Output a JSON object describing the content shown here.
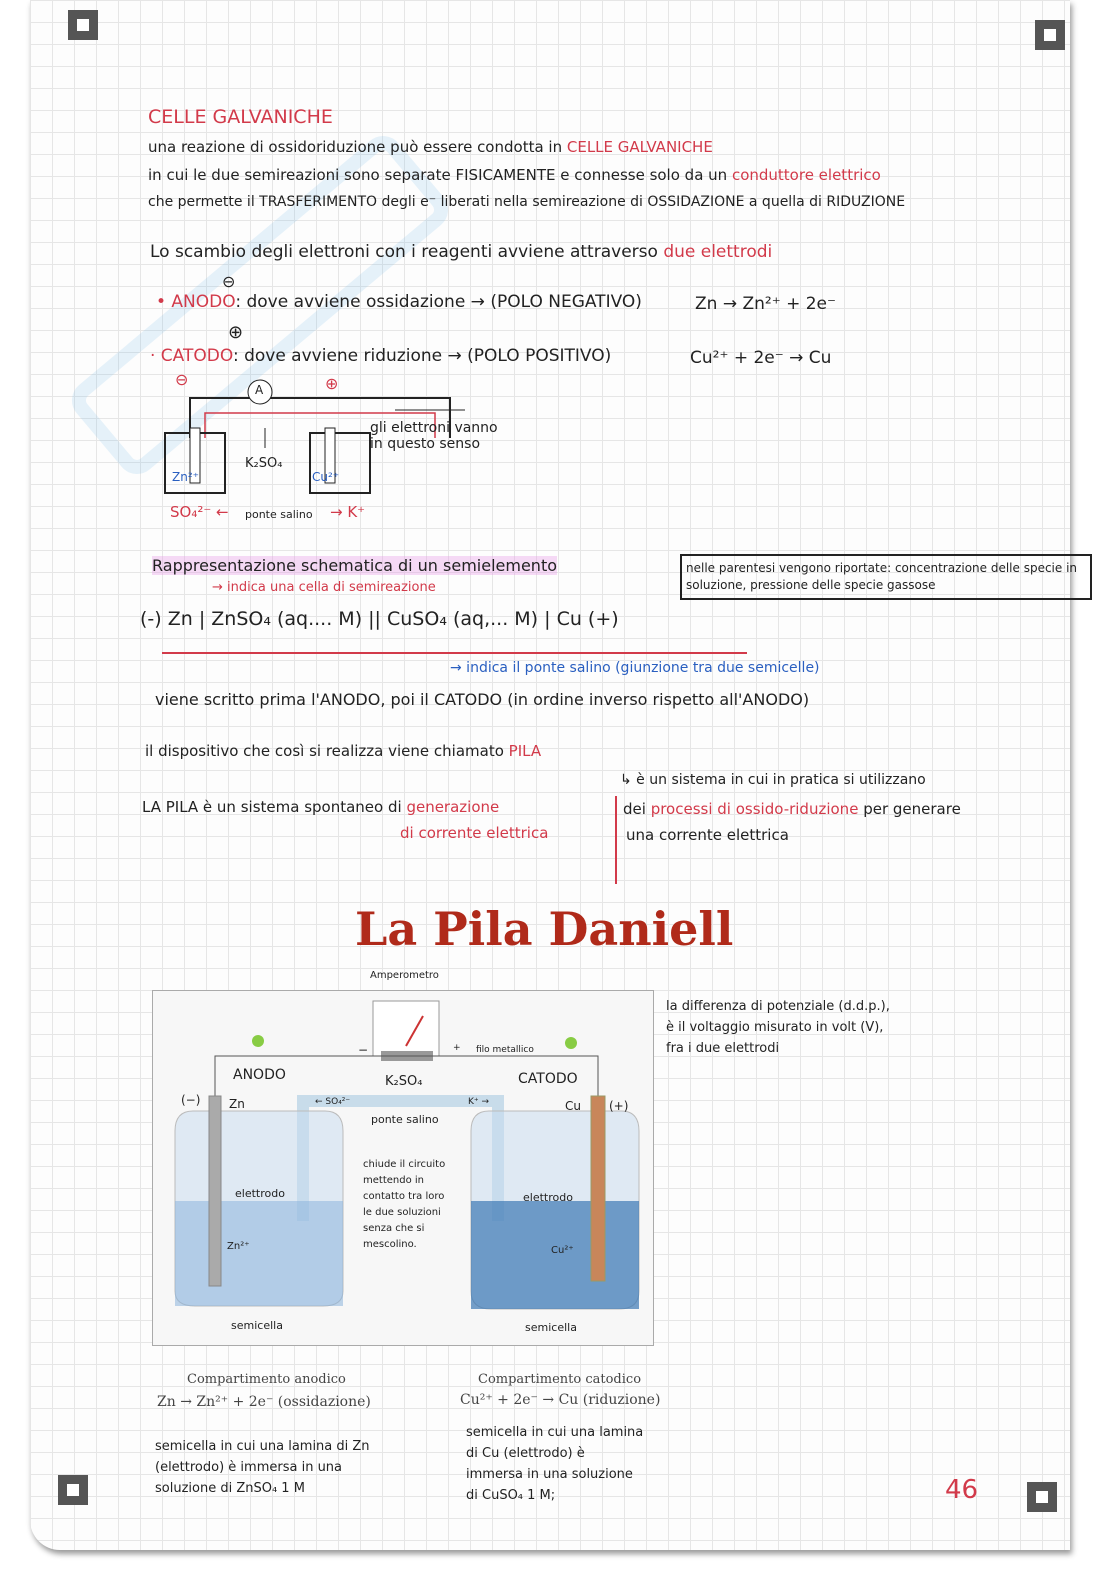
{
  "notes": {
    "title": "CELLE GALVANICHE",
    "p1_a": "una reazione di ossidoriduzione può essere condotta in",
    "p1_b": "CELLE GALVANICHE",
    "p2_a": "in cui le due semireazioni sono separate FISICAMENTE e connesse solo da un",
    "p2_b": "conduttore elettrico",
    "p3": "che permette il TRASFERIMENTO degli e⁻ liberati nella semireazione di OSSIDAZIONE a quella di RIDUZIONE",
    "p4_a": "Lo scambio degli elettroni con i reagenti avviene attraverso",
    "p4_b": "due elettrodi",
    "anodo_label": "• ANODO",
    "anodo_sign": "⊖",
    "anodo_text": ": dove avviene ossidazione → (POLO NEGATIVO)",
    "anodo_eq": "Zn → Zn²⁺ + 2e⁻",
    "catodo_label": "· CATODO",
    "catodo_sign": "⊕",
    "catodo_text": ": dove avviene riduzione → (POLO POSITIVO)",
    "catodo_eq": "Cu²⁺ + 2e⁻ → Cu",
    "sketch": {
      "minus": "⊖",
      "plus": "⊕",
      "ammeter": "A",
      "zn": "Zn²⁺",
      "cu": "Cu²⁺",
      "salt": "K₂SO₄",
      "so4": "SO₄²⁻ ←",
      "ponte": "ponte salino",
      "k": "→ K⁺",
      "electrons": "gli elettroni vanno\nin questo senso"
    },
    "schema_title": "Rappresentazione schematica di un semielemento",
    "schema_note1": "→ indica una cella di semireazione",
    "schema_formula": "(-) Zn | ZnSO₄ (aq.... M) || CuSO₄ (aq,... M) | Cu (+)",
    "box_note": "nelle parentesi vengono riportate: concentrazione delle specie in soluzione, pressione delle specie gassose",
    "ponte_note": "→ indica il ponte salino (giunzione tra due semicelle)",
    "order_note": "viene scritto prima l'ANODO, poi il CATODO (in ordine inverso rispetto all'ANODO)",
    "device_a": "il dispositivo che così si realizza viene chiamato",
    "device_b": "PILA",
    "pila_def1": "↳ è un sistema in cui in pratica si utilizzano",
    "pila_def2a": "dei",
    "pila_def2b": "processi di ossido-riduzione",
    "pila_def2c": "per generare",
    "pila_def3": "una corrente elettrica",
    "pila_a": "LA PILA è un sistema spontaneo di",
    "pila_b1": "generazione",
    "pila_b2": "di corrente elettrica",
    "page_number": "46"
  },
  "daniell": {
    "title": "La Pila Daniell",
    "figure": {
      "amperometro": "Amperometro",
      "minus": "−",
      "plus": "+",
      "filo": "filo metallico",
      "anodo": "ANODO",
      "catodo": "CATODO",
      "salt": "K₂SO₄",
      "neg": "(−)",
      "pos": "(+)",
      "zn": "Zn",
      "cu": "Cu",
      "so4": "← SO₄²⁻",
      "k": "K⁺ →",
      "ponte": "ponte salino",
      "chiude": "chiude il circuito\nmettendo in\ncontatto tra loro\nle due soluzioni\nsenza che si\nmescolino.",
      "elettrodo": "elettrodo",
      "zn_ion": "Zn²⁺",
      "cu_ion": "Cu²⁺",
      "semicella": "semicella"
    },
    "ddp": "la differenza di potenziale (d.d.p.),\nè il voltaggio misurato in volt (V),\nfra i due elettrodi",
    "anodic_title": "Compartimento anodico",
    "anodic_eq": "Zn → Zn²⁺ + 2e⁻ (ossidazione)",
    "anodic_desc": "semicella in cui una lamina di Zn\n(elettrodo) è immersa in una\nsoluzione di ZnSO₄ 1 M",
    "cathodic_title": "Compartimento catodico",
    "cathodic_eq": "Cu²⁺ + 2e⁻ → Cu (riduzione)",
    "cathodic_desc": "semicella in cui una lamina\ndi Cu (elettrodo) è\nimmersa in una soluzione\ndi CuSO₄ 1 M;"
  }
}
